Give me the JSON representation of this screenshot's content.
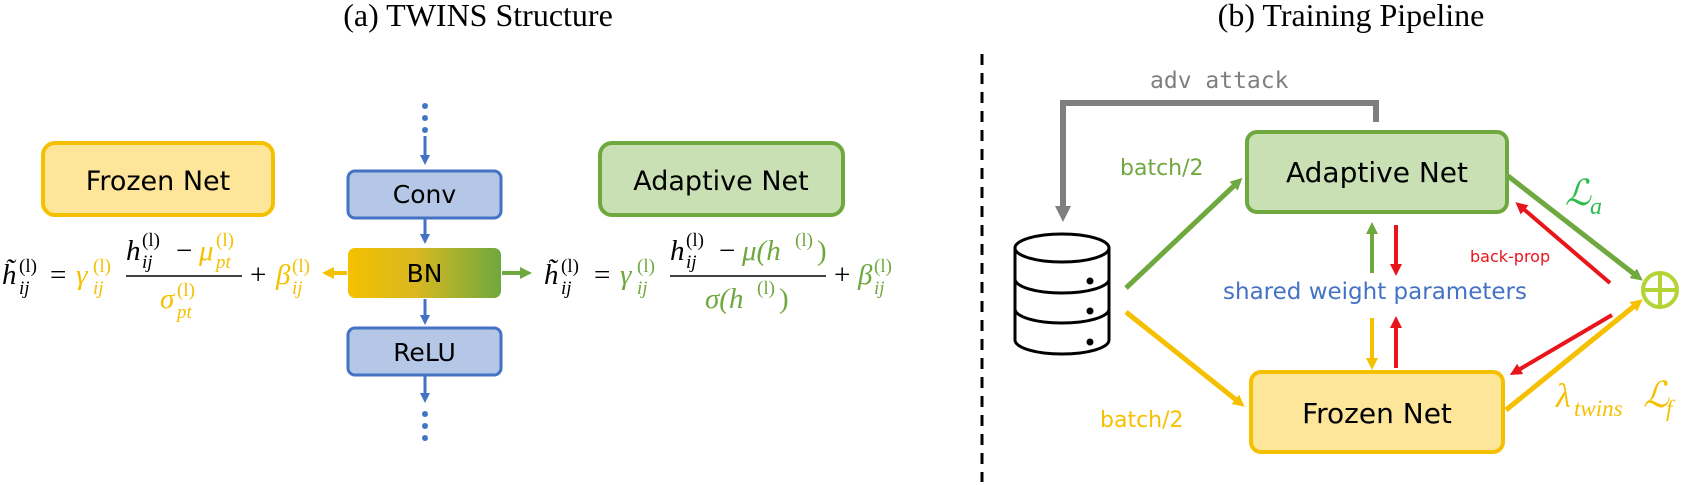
{
  "colors": {
    "yellow": "#f5c000",
    "yellow_fill": "#fde59a",
    "green": "#6fa83e",
    "green_fill": "#c8e0b4",
    "blue": "#4472c4",
    "blue_fill": "#b4c7e7",
    "gray": "#7f7f7f",
    "red": "#e8151b",
    "text": "#000000",
    "param_blue": "#4472c4",
    "circle": "#b4d334"
  },
  "left": {
    "title": "(a) TWINS Structure",
    "frozen_label": "Frozen Net",
    "adaptive_label": "Adaptive Net",
    "conv_label": "Conv",
    "bn_label": "BN",
    "relu_label": "ReLU",
    "frozen_formula": {
      "lhs_base": "h̃",
      "lhs_sup": "(l)",
      "lhs_sub": "ij",
      "eq": "=",
      "gamma": "γ",
      "gamma_sup": "(l)",
      "gamma_sub": "ij",
      "num_h": "h",
      "num_h_sup": "(l)",
      "num_h_sub": "ij",
      "minus": "−",
      "mu": "μ",
      "mu_sup": "(l)",
      "mu_sub": "pt",
      "sigma": "σ",
      "sigma_sup": "(l)",
      "sigma_sub": "pt",
      "plus": "+",
      "beta": "β",
      "beta_sup": "(l)",
      "beta_sub": "ij"
    },
    "adaptive_formula": {
      "lhs_base": "h̃",
      "lhs_sup": "(l)",
      "lhs_sub": "ij",
      "eq": "=",
      "gamma": "γ",
      "gamma_sup": "(l)",
      "gamma_sub": "ij",
      "num_h": "h",
      "num_h_sup": "(l)",
      "num_h_sub": "ij",
      "minus": "−",
      "mu_expr": "μ(h",
      "mu_sup": "(l)",
      "close": ")",
      "den_expr": "σ(h",
      "den_sup": "(l)",
      "den_close": ")",
      "plus": "+",
      "beta": "β",
      "beta_sup": "(l)",
      "beta_sub": "ij"
    }
  },
  "right": {
    "title": "(b) Training Pipeline",
    "adv_attack": "adv attack",
    "adaptive_label": "Adaptive Net",
    "frozen_label": "Frozen Net",
    "batch_top": "batch/2",
    "batch_bottom": "batch/2",
    "shared": "shared weight parameters",
    "back_prop": "back-prop",
    "loss_a": "ℒ",
    "loss_a_sub": "a",
    "lambda": "λ",
    "lambda_sub": "twins",
    "loss_f": "ℒ",
    "loss_f_sub": "f",
    "oplus": "⊕"
  }
}
